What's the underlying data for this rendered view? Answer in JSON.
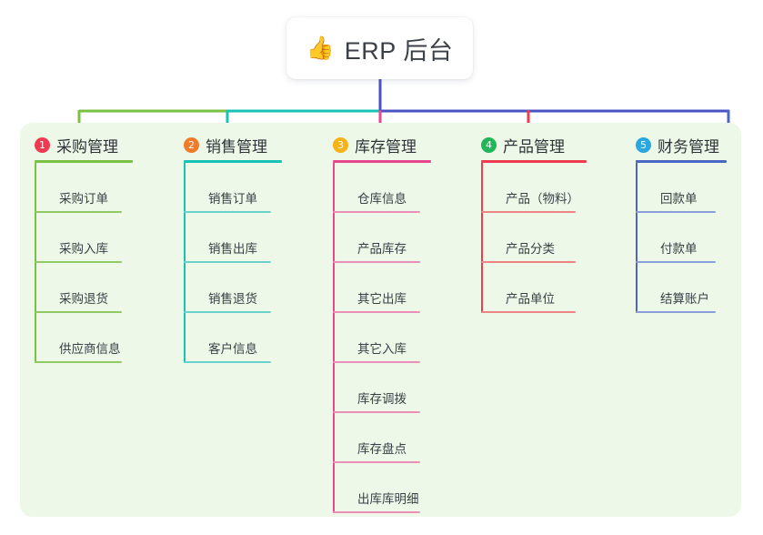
{
  "root": {
    "icon": "thumbs-up-emoji",
    "emoji": "👍",
    "title": "ERP 后台"
  },
  "palette": {
    "canvas_background": "#ffffff",
    "panel_background": "#eef8e9",
    "bus_left": "#7ac143",
    "bus_middle": "#16c3b4",
    "bus_right": "#4a53c4",
    "root_stem": "#4a53c4",
    "text": "#3a3f45"
  },
  "columns": [
    {
      "index": "1",
      "badge_color": "#ef3b51",
      "title": "采购管理",
      "line_color": "#7ac143",
      "rule_color": "#8fcb62",
      "drop_color": "#7ac143",
      "items": [
        "采购订单",
        "采购入库",
        "采购退货",
        "供应商信息"
      ]
    },
    {
      "index": "2",
      "badge_color": "#f07c2a",
      "title": "销售管理",
      "line_color": "#16c3b4",
      "rule_color": "#69d3cb",
      "drop_color": "#16c3b4",
      "items": [
        "销售订单",
        "销售出库",
        "销售退货",
        "客户信息"
      ]
    },
    {
      "index": "3",
      "badge_color": "#f5b316",
      "title": "库存管理",
      "line_color": "#e8478f",
      "rule_color": "#eb8fba",
      "drop_color": "#e8478f",
      "items": [
        "仓库信息",
        "产品库存",
        "其它出库",
        "其它入库",
        "库存调拨",
        "库存盘点",
        "出库库明细"
      ]
    },
    {
      "index": "4",
      "badge_color": "#22b559",
      "title": "产品管理",
      "line_color": "#ef3b4e",
      "rule_color": "#ef8484",
      "drop_color": "#ef3b4e",
      "items": [
        "产品（物料）",
        "产品分类",
        "产品单位"
      ]
    },
    {
      "index": "5",
      "badge_color": "#29a8e0",
      "title": "财务管理",
      "line_color": "#4a67c4",
      "rule_color": "#8aa0dd",
      "drop_color": "#4a67c4",
      "items": [
        "回款单",
        "付款单",
        "结算账户"
      ]
    }
  ]
}
